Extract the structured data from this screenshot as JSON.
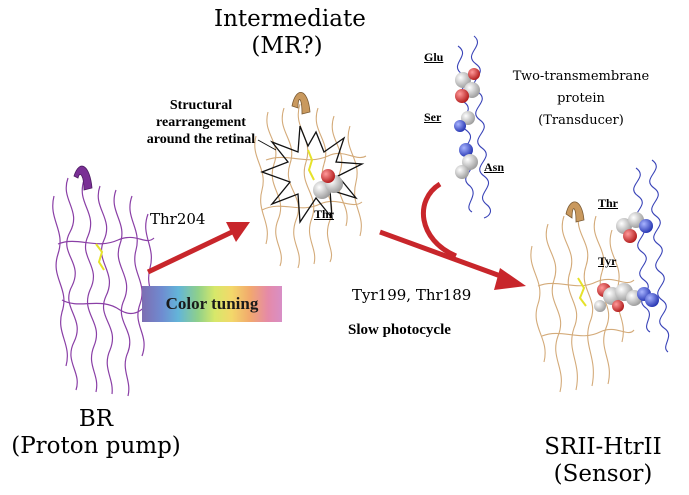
{
  "labels": {
    "intermediate_line1": "Intermediate",
    "intermediate_line2": "(MR?)",
    "structural_line1": "Structural",
    "structural_line2": "rearrangement",
    "structural_line3": "around the retinal",
    "thr204": "Thr204",
    "color_tuning": "Color tuning",
    "br_line1": "BR",
    "br_line2": "(Proton pump)",
    "transducer_line1": "Two-transmembrane",
    "transducer_line2": "protein",
    "transducer_line3": "(Transducer)",
    "tyr199_thr189": "Tyr199, Thr189",
    "slow_photocycle": "Slow photocycle",
    "sensor_line1": "SRII-HtrII",
    "sensor_line2": "(Sensor)"
  },
  "residues": {
    "glu": "Glu",
    "ser": "Ser",
    "asn": "Asn",
    "thr_mid": "Thr",
    "thr_right": "Thr",
    "tyr_right": "Tyr"
  },
  "colors": {
    "arrow": "#c8262b",
    "br_helix": "#8a3fa6",
    "srii_helix": "#d4ab7a",
    "transducer_helix": "#3a44b8",
    "retinal": "#e6e22a",
    "atom_oxygen": "#d82a2a",
    "atom_nitrogen": "#3d4fd6",
    "atom_carbon": "#d8d8d8"
  }
}
